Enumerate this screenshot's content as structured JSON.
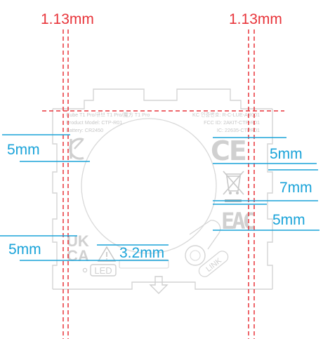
{
  "dimensions": {
    "left_offset": "1.13mm",
    "right_offset": "1.13mm",
    "kc_height": "5mm",
    "ce_height": "5mm",
    "weee_height": "7mm",
    "eac_height": "5mm",
    "ukca_height": "5mm",
    "warning_height": "3.2mm"
  },
  "label": {
    "line1_left": "Cube T1 Pro/큐브 T1 Pro/魔方 T1 Pro",
    "line1_right": "KC 인증번호: R-C-LUE-AR001",
    "line2_left": "Product Model: CTP-R01",
    "line2_right": "FCC ID: 2AKIT-CTP-R01",
    "line3_left": "Battery: CR2450",
    "line3_right": "IC: 22635-CTPR01"
  },
  "marks": {
    "ce": "CE",
    "eac": "EAC",
    "uk": "UK",
    "ca": "CA",
    "led": "LED",
    "link": "LINK"
  },
  "colors": {
    "dimension_red": "#e8343a",
    "dimension_blue": "#1aa3d9",
    "device_outline": "#d4d4d4",
    "mark_gray": "#cfcfcf"
  }
}
